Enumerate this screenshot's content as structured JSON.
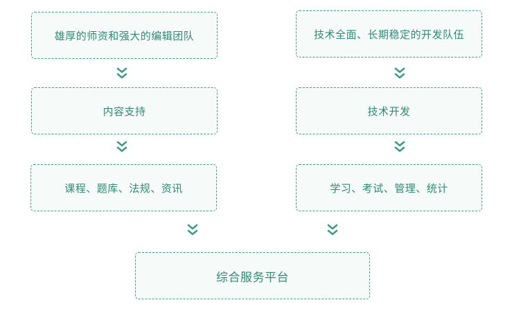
{
  "left_column": {
    "box1": "雄厚的师资和强大的编辑团队",
    "box2": "内容支持",
    "box3": "课程、题库、法规、资讯"
  },
  "right_column": {
    "box1": "技术全面、长期稳定的开发队伍",
    "box2": "技术开发",
    "box3": "学习、考试、管理、统计"
  },
  "bottom": {
    "platform": "综合服务平台"
  },
  "colors": {
    "accent": "#2f8a75",
    "border": "#3f9c86",
    "box_fill": "#f6faf8"
  },
  "icons": {
    "connector": "double-chevron-down-icon"
  }
}
